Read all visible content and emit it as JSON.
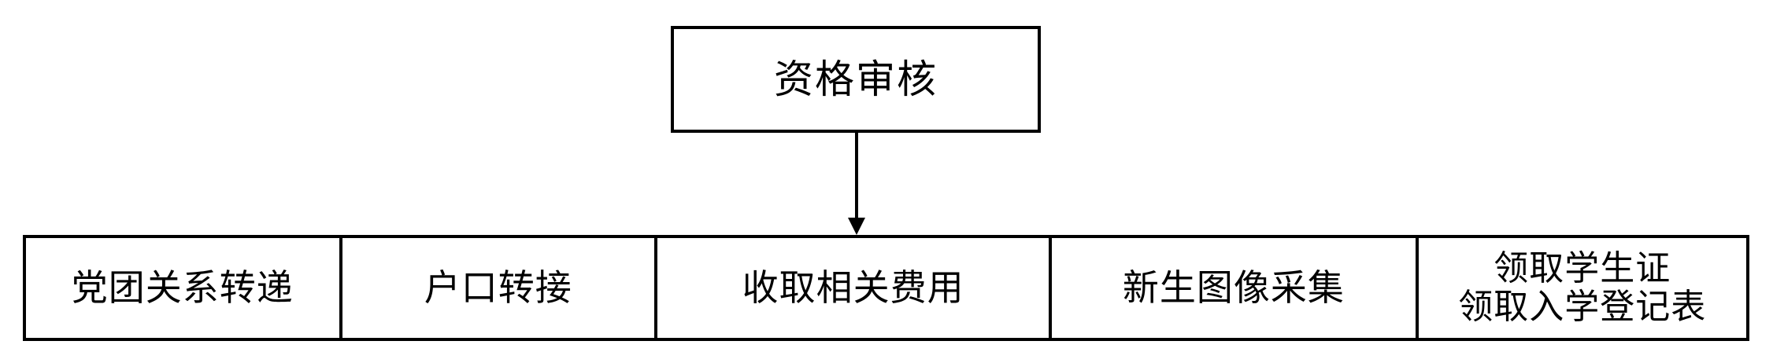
{
  "diagram": {
    "type": "flowchart",
    "orientation": "top-down",
    "background_color": "#ffffff",
    "line_color": "#000000",
    "text_color": "#000000",
    "top_node": {
      "label": "资格审核",
      "shape": "rectangle"
    },
    "connector": {
      "kind": "arrow",
      "direction": "down",
      "from": "资格审核",
      "to": "收取相关费用"
    },
    "process_row": {
      "cells": [
        {
          "label": "党团关系转递",
          "lines": [
            "党团关系转递"
          ]
        },
        {
          "label": "户口转接",
          "lines": [
            "户口转接"
          ]
        },
        {
          "label": "收取相关费用",
          "lines": [
            "收取相关费用"
          ]
        },
        {
          "label": "新生图像采集",
          "lines": [
            "新生图像采集"
          ]
        },
        {
          "label": "领取学生证\n领取入学登记表",
          "lines": [
            "领取学生证",
            "领取入学登记表"
          ]
        }
      ]
    }
  }
}
